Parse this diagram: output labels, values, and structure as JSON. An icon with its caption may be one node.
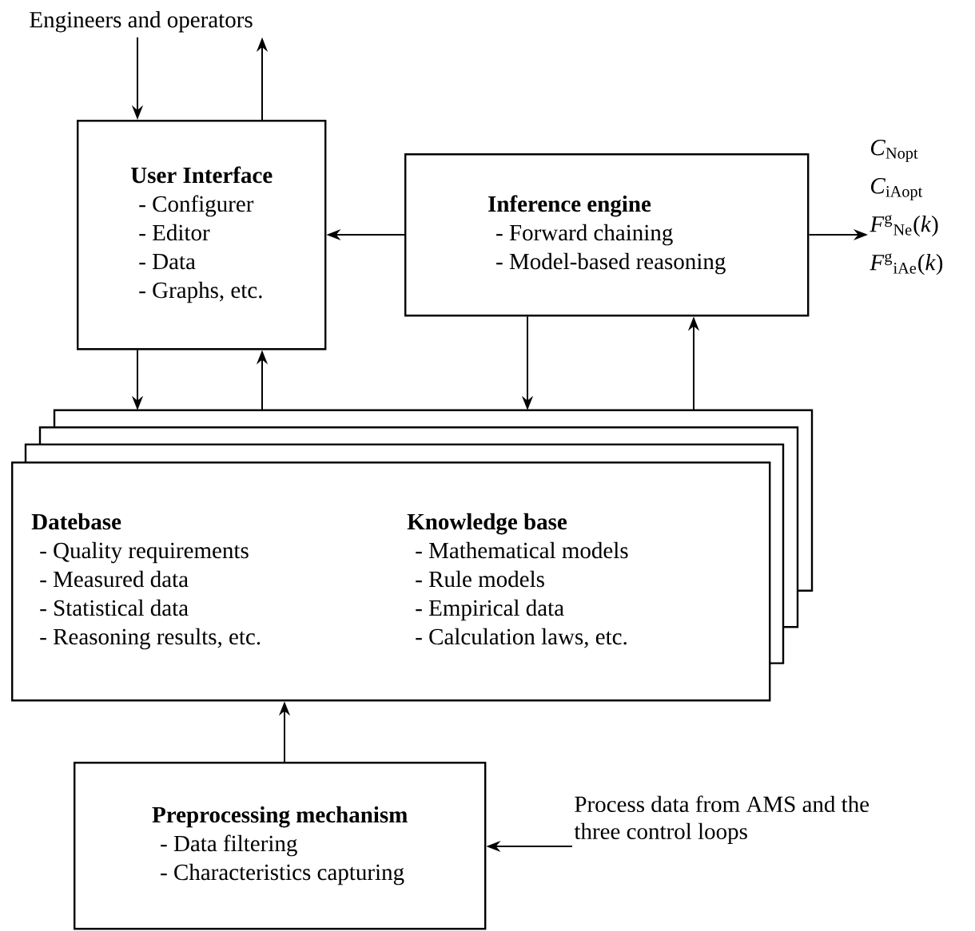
{
  "diagram": {
    "nodes": [
      {
        "text": [
          "Engineers and operators"
        ]
      },
      {
        "text": [
          "User Interface",
          "- Configurer",
          "- Editor",
          "- Data",
          "- Graphs, etc."
        ]
      },
      {
        "text": [
          "Inference engine",
          "- Forward chaining",
          "- Model-based reasoning"
        ]
      },
      {
        "text": [
          "*C*$_{Nopt}$",
          "*C*$_{iAopt}$",
          "*F*$^{g}$$_{Ne}$(*k*)",
          "*F*$^{g}$$_{iAe}$(*k*)"
        ]
      },
      {
        "text": [
          "Datebase",
          "- Quality requirements",
          "- Measured data",
          "- Statistical data",
          "- Reasoning results, etc.",
          "Knowledge base",
          "- Mathematical models",
          "- Rule models",
          "- Empirical data",
          "- Calculation laws, etc."
        ]
      },
      {
        "text": [
          "Preprocessing mechanism",
          "- Data filtering",
          "- Characteristics capturing"
        ]
      },
      {
        "text": [
          "Process data from AMS and the three control loops"
        ]
      }
    ],
    "edges": [
      {
        "from": 0,
        "to": 1,
        "arrow": "to"
      },
      {
        "from": 1,
        "to": 0,
        "arrow": "to"
      },
      {
        "from": 2,
        "to": 1,
        "arrow": "to"
      },
      {
        "from": 2,
        "to": 3,
        "arrow": "to"
      },
      {
        "from": 1,
        "to": 4,
        "arrow": "to"
      },
      {
        "from": 4,
        "to": 1,
        "arrow": "to"
      },
      {
        "from": 2,
        "to": 4,
        "arrow": "to"
      },
      {
        "from": 4,
        "to": 2,
        "arrow": "to"
      },
      {
        "from": 5,
        "to": 4,
        "arrow": "to"
      },
      {
        "from": 6,
        "to": 5,
        "arrow": "to"
      }
    ]
  }
}
